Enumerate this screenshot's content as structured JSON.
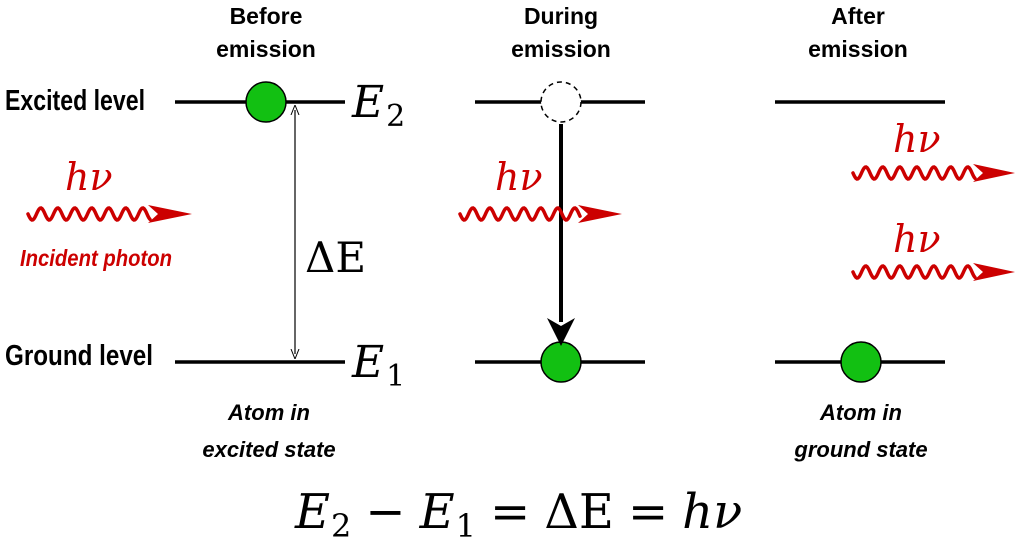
{
  "headers": {
    "before": [
      "Before",
      "emission"
    ],
    "during": [
      "During",
      "emission"
    ],
    "after": [
      "After",
      "emission"
    ]
  },
  "levels": {
    "excited": "Excited level",
    "ground": "Ground level"
  },
  "symbols": {
    "e2_base": "E",
    "e2_sub": "2",
    "e1_base": "E",
    "e1_sub": "1",
    "delta_e": "ΔE",
    "h": "h",
    "nu": "ν"
  },
  "incident_label": "Incident photon",
  "captions": {
    "excited_state": [
      "Atom in",
      "excited state"
    ],
    "ground_state": [
      "Atom in",
      "ground state"
    ]
  },
  "equation": {
    "e2_base": "E",
    "e2_sub": "2",
    "minus": "−",
    "e1_base": "E",
    "e1_sub": "1",
    "eq1": "=",
    "delta_e": "ΔE",
    "eq2": "=",
    "h": "h",
    "nu": "ν"
  },
  "colors": {
    "photon": "#cc0000",
    "electron_fill": "#12c012",
    "line": "#000000"
  }
}
